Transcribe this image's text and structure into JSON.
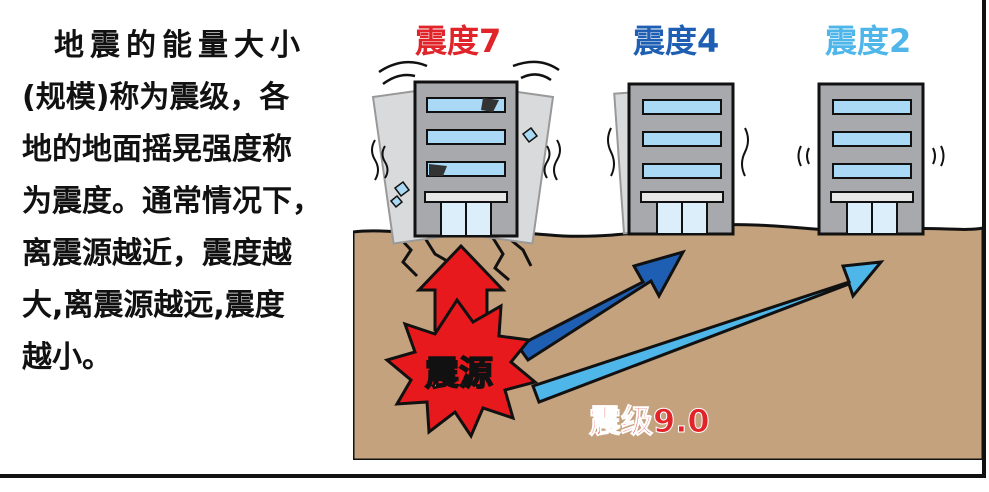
{
  "description": {
    "lines": [
      "地震的能量大小",
      "(规模)称为震级，各",
      "地的地面摇晃强度称",
      "为震度。通常情况下，",
      "离震源越近，震度越",
      "大,离震源越远,震度",
      "越小。"
    ]
  },
  "labels": {
    "intensity_7": "震度7",
    "intensity_4": "震度4",
    "intensity_2": "震度2",
    "epicenter": "震源",
    "magnitude": "震级9.0"
  },
  "colors": {
    "intensity_7": "#e0242a",
    "intensity_4": "#1e5fb3",
    "intensity_2": "#4fb6ea",
    "ground": "#c4a27e",
    "epicenter_fill": "#e8191c",
    "epicenter_text": "#ffe21a",
    "magnitude_text": "#e0242a"
  }
}
